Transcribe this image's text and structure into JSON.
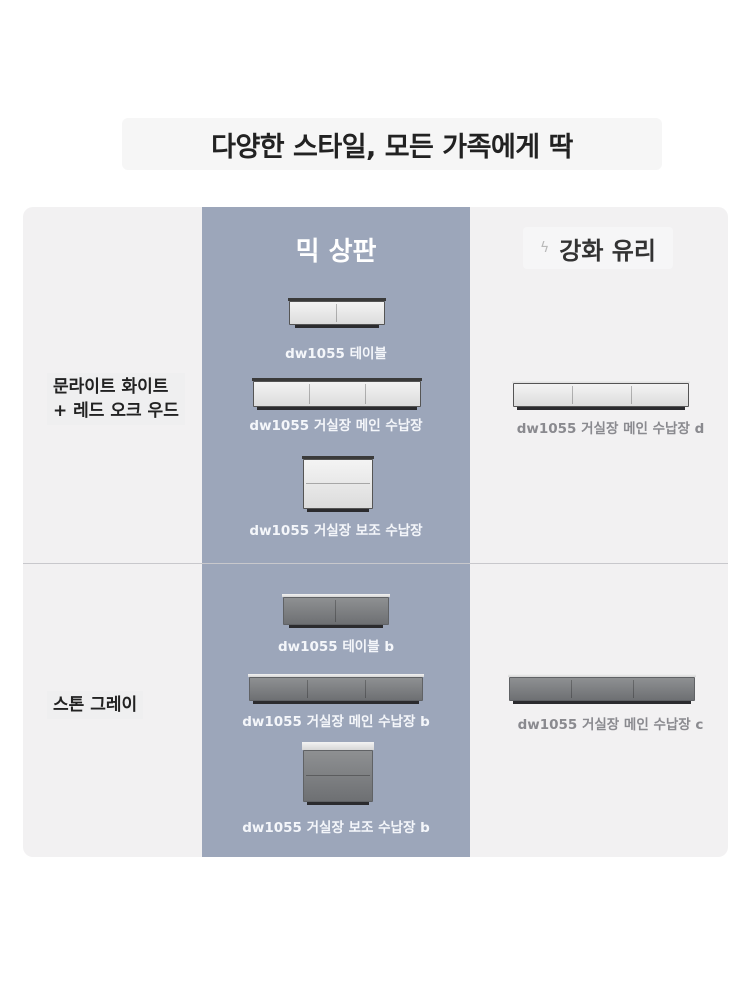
{
  "title": "다양한 스타일, 모든 가족에게 딱",
  "columns": {
    "mid": "믹 상판",
    "right": "강화 유리",
    "right_icon": "sparkle-icon"
  },
  "rows": [
    {
      "label": "문라이트 화이트\n+ 레드 오크 우드",
      "mid_items": [
        "dw1055 테이블",
        "dw1055 거실장 메인 수납장",
        "dw1055 거실장 보조 수납장"
      ],
      "right_items": [
        "dw1055 거실장 메인 수납장 d"
      ]
    },
    {
      "label": "스톤 그레이",
      "mid_items": [
        "dw1055 테이블 b",
        "dw1055 거실장 메인 수납장 b",
        "dw1055 거실장 보조 수납장 b"
      ],
      "right_items": [
        "dw1055 거실장 메인 수납장 c"
      ]
    }
  ],
  "colors": {
    "mid_column": "#9ca6ba",
    "panel": "#f2f1f2"
  }
}
